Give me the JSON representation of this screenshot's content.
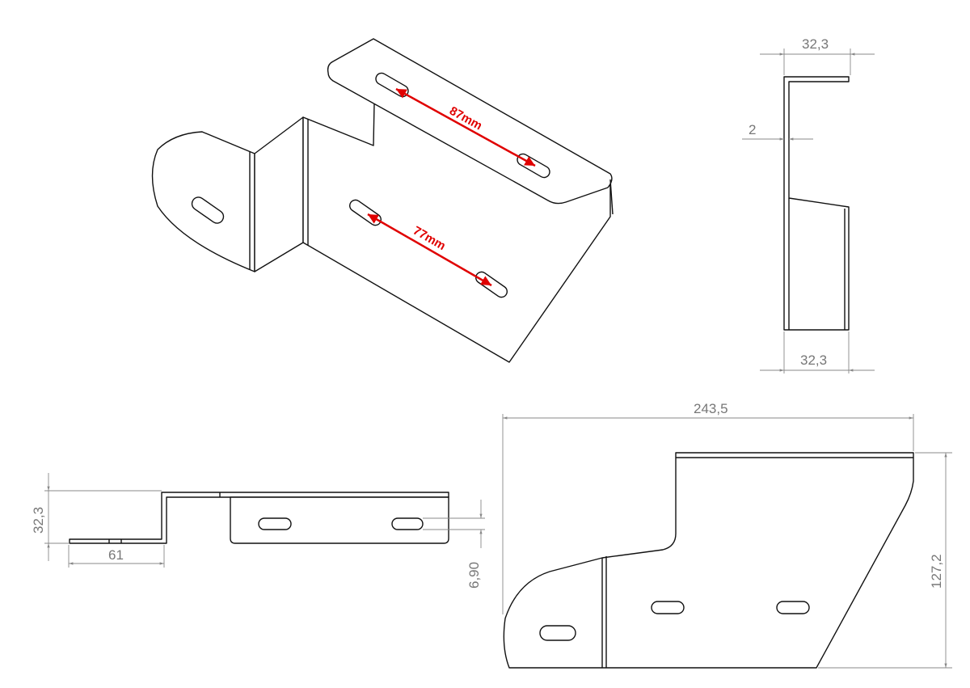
{
  "isometric_view": {
    "top_slot_spacing": "87mm",
    "side_slot_spacing": "77mm",
    "annotation_color": "#e00000"
  },
  "side_view": {
    "top_width": "32,3",
    "thickness": "2",
    "bottom_width": "32,3"
  },
  "top_view": {
    "height": "32,3",
    "flange_length": "61",
    "slot_width": "6,90"
  },
  "front_view": {
    "overall_length": "243,5",
    "overall_height": "127,2"
  }
}
